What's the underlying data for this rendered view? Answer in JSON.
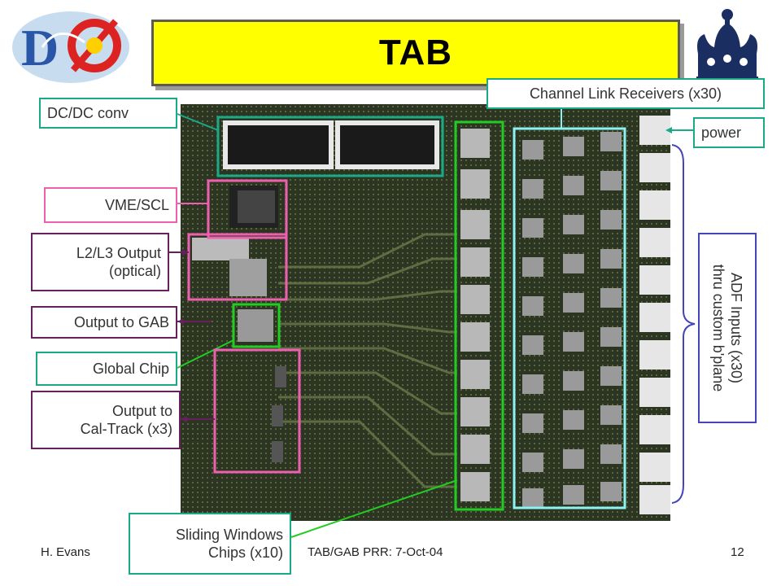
{
  "title": "TAB",
  "labels": {
    "dcdc": "DC/DC conv",
    "channel_link": "Channel Link Receivers (x30)",
    "power": "power",
    "vme": "VME/SCL",
    "l2l3_line1": "L2/L3 Output",
    "l2l3_line2": "(optical)",
    "gab": "Output to GAB",
    "global": "Global Chip",
    "caltrack_line1": "Output to",
    "caltrack_line2": "Cal-Track (x3)",
    "adf_line1": "ADF Inputs (x30)",
    "adf_line2": "thru custom b'plane",
    "sliding_line1": "Sliding Windows",
    "sliding_line2": "Chips (x10)"
  },
  "footer": {
    "author": "H. Evans",
    "meeting": "TAB/GAB PRR: 7-Oct-04",
    "page": "12"
  },
  "logo_left_text": "DØ",
  "colors": {
    "title_bg": "#ffff00",
    "teal": "#1aaa88",
    "pink": "#ee5fb0",
    "purple": "#66205c",
    "green": "#22cc22",
    "cyan": "#8cf2f2",
    "blue": "#4444bb",
    "board": "#2c3422"
  }
}
